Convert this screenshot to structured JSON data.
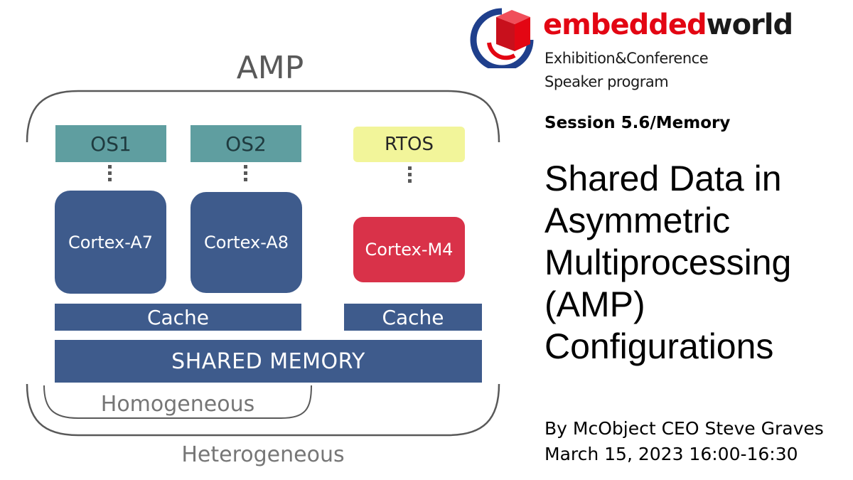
{
  "diagram": {
    "title": "AMP",
    "os": [
      "OS1",
      "OS2",
      "RTOS"
    ],
    "cores": [
      "Cortex-A7",
      "Cortex-A8",
      "Cortex-M4"
    ],
    "cache_labels": [
      "Cache",
      "Cache"
    ],
    "shared_memory": "SHARED MEMORY",
    "homogeneous_label": "Homogeneous",
    "heterogeneous_label": "Heterogeneous"
  },
  "logo": {
    "word_red": "embedded",
    "word_black": "world",
    "line1": "Exhibition&Conference",
    "line2": "Speaker program"
  },
  "talk": {
    "session": "Session 5.6/Memory",
    "title_lines": [
      "Shared Data in",
      "Asymmetric",
      "Multiprocessing",
      "(AMP)",
      "Configurations"
    ],
    "byline": "By McObject CEO Steve Graves",
    "datetime": "March 15, 2023 16:00-16:30"
  },
  "colors": {
    "core_blue": "#3e5b8c",
    "core_red": "#d93249",
    "os_teal": "#5f9ea0",
    "rtos_yellow": "#f2f59a",
    "brand_red": "#e30613"
  }
}
